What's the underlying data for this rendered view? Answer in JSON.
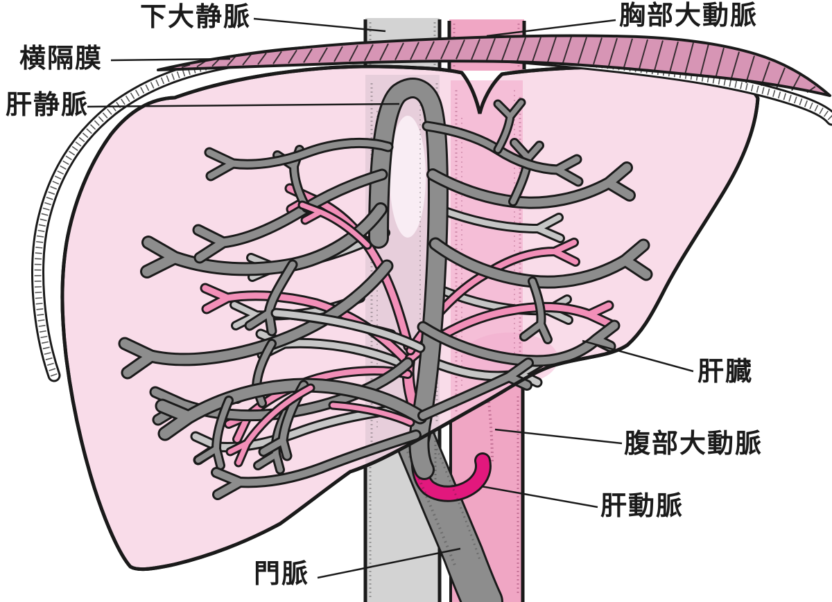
{
  "figure": {
    "kind": "liver-anatomy-diagram",
    "language": "ja"
  },
  "labels": {
    "inferior_vena_cava": "下大静脈",
    "thoracic_aorta": "胸部大動脈",
    "diaphragm": "横隔膜",
    "hepatic_vein": "肝静脈",
    "liver": "肝臓",
    "abdominal_aorta": "腹部大動脈",
    "hepatic_artery": "肝動脈",
    "portal_vein": "門脈"
  },
  "colors": {
    "background": "#ffffff",
    "outline": "#1a1a1a",
    "liver_fill": "#f9dce9",
    "diaphragm_pink": "#d795b5",
    "ivc_gray": "#d3d3d3",
    "aorta_pink": "#f0a6c4",
    "dark_vessel": "#8d8d8d",
    "light_vessel": "#c6c6c6",
    "pink_vessel": "#f28fb8",
    "hepatic_artery_magenta": "#e2187d"
  }
}
